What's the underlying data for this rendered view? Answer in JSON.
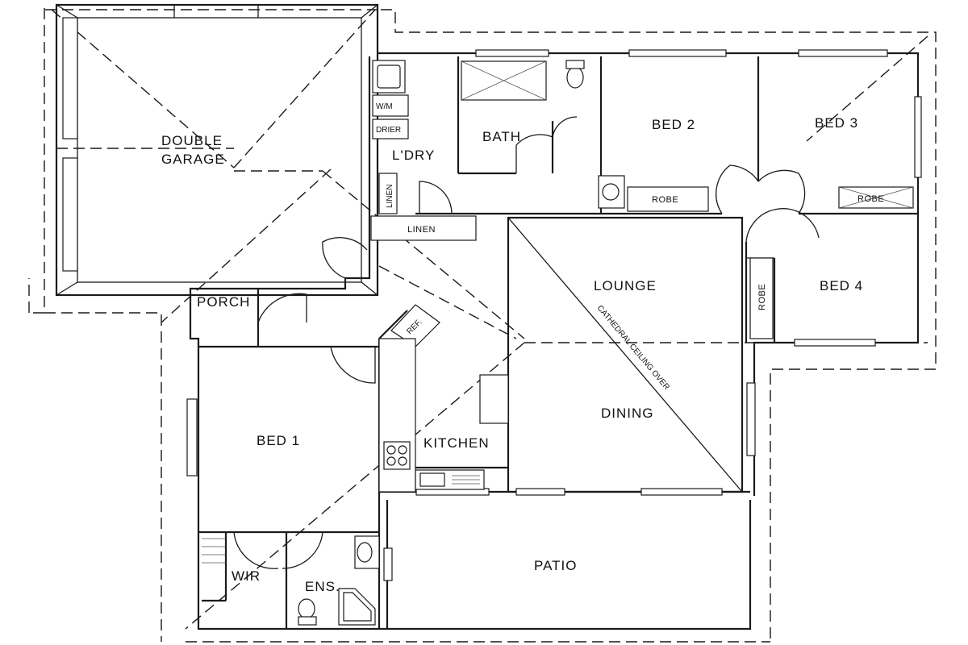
{
  "rooms": {
    "garage": [
      "DOUBLE",
      "GARAGE"
    ],
    "laundry": "L'DRY",
    "bath": "BATH",
    "bed2": "BED 2",
    "bed3": "BED 3",
    "bed4": "BED 4",
    "lounge": "LOUNGE",
    "dining": "DINING",
    "porch": "PORCH",
    "kitchen": "KITCHEN",
    "bed1": "BED 1",
    "wir": "WIR",
    "ensuite": "ENS.",
    "patio": "PATIO"
  },
  "fixtures": {
    "washing_machine": "W/M",
    "drier": "DRIER",
    "linen_vertical": "LINEN",
    "linen_horizontal": "LINEN",
    "robe_bed2": "ROBE",
    "robe_bed3": "ROBE",
    "robe_bed4": "ROBE",
    "fridge": "REF."
  },
  "annotations": {
    "ceiling": "CATHEDRAL CEILING OVER"
  }
}
